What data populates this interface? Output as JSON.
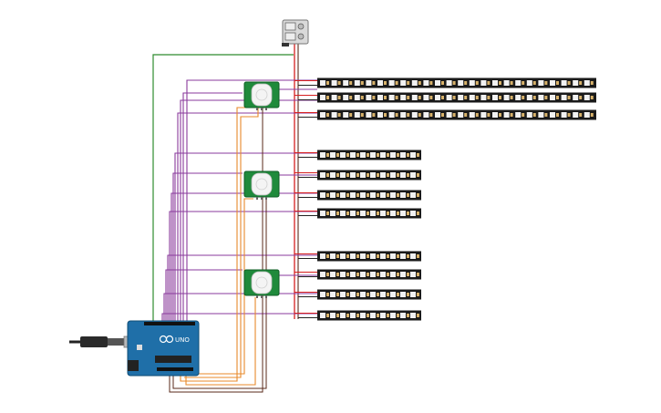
{
  "canvas": {
    "background": "#ffffff"
  },
  "colors": {
    "wire_green": "#2e8b2e",
    "wire_purple": "#8a3a9c",
    "wire_orange": "#e8892a",
    "wire_red": "#d61f1f",
    "wire_dark": "#5a2a1a",
    "wire_black": "#222222",
    "strip_body": "#1a1a1a",
    "led_face": "#f2f2f2",
    "led_pad": "#d8b26a",
    "pir_board": "#1f8a3b",
    "pir_dome": "#f4f4f4",
    "arduino_board": "#1f6fa8",
    "power_case": "#d9d9d9"
  },
  "components": {
    "power_supply": {
      "name": "power-supply",
      "icon": "battery-pack-icon"
    },
    "arduino": {
      "name": "arduino-uno",
      "logo_text": "UNO",
      "brand_icon": "arduino-infinity-icon"
    },
    "usb_cable": {
      "name": "usb-cable"
    },
    "pir_sensors": [
      {
        "name": "pir-sensor-1"
      },
      {
        "name": "pir-sensor-2"
      },
      {
        "name": "pir-sensor-3"
      }
    ],
    "led_strip_groups": [
      {
        "name": "group-1",
        "strips": 3,
        "leds_per_strip": 24
      },
      {
        "name": "group-2",
        "strips": 4,
        "leds_per_strip": 10
      },
      {
        "name": "group-3",
        "strips": 4,
        "leds_per_strip": 10
      }
    ]
  }
}
